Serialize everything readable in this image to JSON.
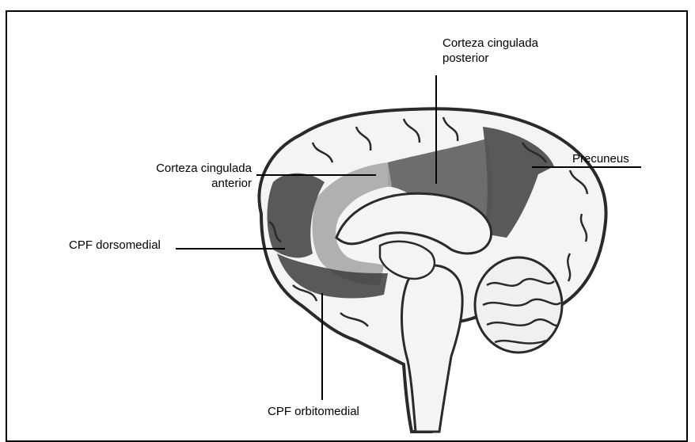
{
  "labels": {
    "posterior_cingulate": {
      "line1": "Corteza cingulada",
      "line2": "posterior"
    },
    "precuneus": "Precuneus",
    "anterior_cingulate": {
      "line1": "Corteza cingulada",
      "line2": "anterior"
    },
    "dmpfc": "CPF dorsomedial",
    "ompfc": "CPF orbitomedial"
  },
  "colors": {
    "outline": "#2a2a2a",
    "dark_region": "#3d3d3d",
    "mid_region": "#6a6a6a",
    "light_region": "#a8a8a8",
    "brain_fill": "#f4f4f4"
  }
}
